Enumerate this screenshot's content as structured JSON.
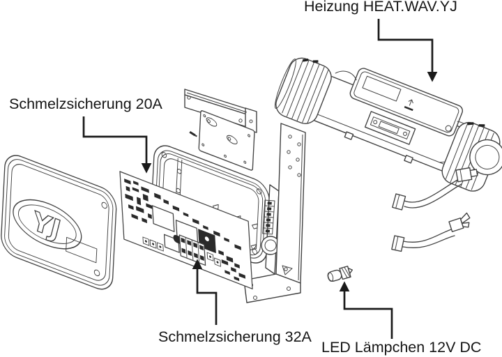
{
  "diagram": {
    "background": "#ffffff",
    "line_color": "#414141",
    "text_color": "#141414",
    "lid_logo": "YJ",
    "callouts": {
      "heater": {
        "label": "Heizung HEAT.WAV.YJ"
      },
      "fuse20": {
        "label": "Schmelzsicherung 20A"
      },
      "fuse32": {
        "label": "Schmelzsicherung 32A"
      },
      "led": {
        "label": "LED Lämpchen 12V DC"
      }
    },
    "parts": [
      "control-box-lid",
      "circuit-board",
      "enclosure-base",
      "mounting-bracket-top",
      "mounting-plate",
      "mounting-bracket-right",
      "heater-unit",
      "cable-1",
      "cable-2",
      "led-lamp-12v"
    ]
  }
}
